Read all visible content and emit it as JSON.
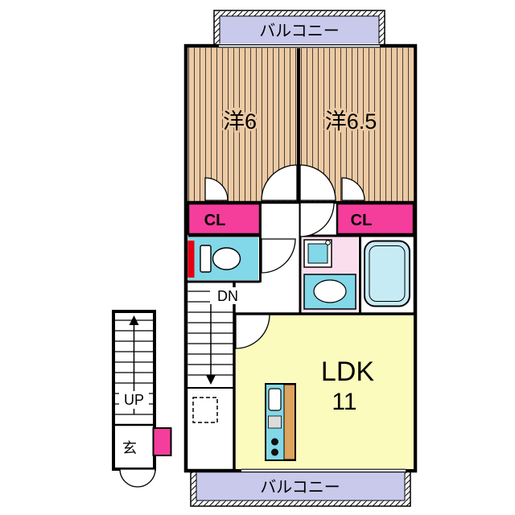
{
  "colors": {
    "wall": "#000000",
    "bedroom_peach": "#eccaa4",
    "closet_pink": "#f53d9c",
    "fixture_cyan": "#82d8e8",
    "tub_blue": "#c6ebf5",
    "ldk_yellow": "#fbfbbd",
    "balcony_purple": "#c9c9ec",
    "washroom_pink": "#fbdeed",
    "counter_tan": "#dda45e",
    "accent_red": "#e60012"
  },
  "rooms": {
    "balcony_top": {
      "label": "バルコニー"
    },
    "balcony_bottom": {
      "label": "バルコニー"
    },
    "bedroom_left": {
      "label": "洋6"
    },
    "bedroom_right": {
      "label": "洋6.5"
    },
    "closet_left": {
      "label": "CL"
    },
    "closet_right": {
      "label": "CL"
    },
    "stairs_down": {
      "label": "DN"
    },
    "stairs_up": {
      "label": "UP"
    },
    "entrance": {
      "label": "玄"
    },
    "ldk": {
      "label": "LDK",
      "size": "11"
    }
  }
}
